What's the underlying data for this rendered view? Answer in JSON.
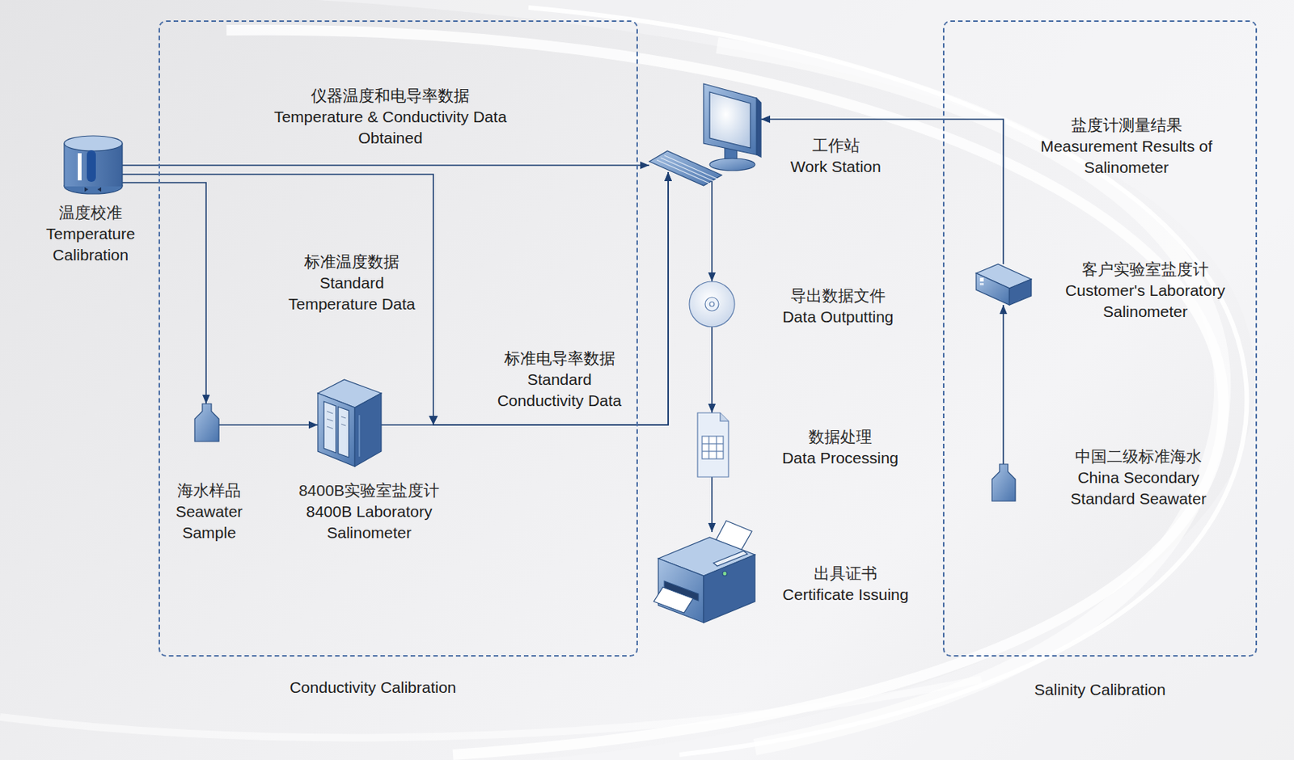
{
  "diagram": {
    "nodes": [
      {
        "text": [
          "Conductivity Calibration"
        ]
      },
      {
        "text": [
          "Salinity Calibration"
        ]
      },
      {
        "text": [
          "温度校准",
          "Temperature Calibration"
        ]
      },
      {
        "text": [
          "海水样品",
          "Seawater Sample"
        ],
        "in": 0
      },
      {
        "text": [
          "8400B实验室盐度计",
          "8400B Laboratory Salinometer"
        ],
        "in": 0
      },
      {
        "text": [
          "工作站",
          "Work Station"
        ]
      },
      {
        "text": [
          "导出数据文件",
          "Data Outputting"
        ]
      },
      {
        "text": [
          "数据处理",
          "Data Processing"
        ]
      },
      {
        "text": [
          "出具证书",
          "Certificate Issuing"
        ]
      },
      {
        "text": [
          "客户实验室盐度计",
          "Customer's Laboratory Salinometer"
        ],
        "in": 1
      },
      {
        "text": [
          "中国二级标准海水",
          "China Secondary Standard Seawater"
        ],
        "in": 1
      }
    ],
    "edges": [
      {
        "from": 2,
        "to": 5,
        "arrow": "to",
        "label": "仪器温度和电导率数据 Temperature & Conductivity Data Obtained"
      },
      {
        "from": 2,
        "to": 5,
        "arrow": "to",
        "label": "标准温度数据 Standard Temperature Data"
      },
      {
        "from": 2,
        "to": 3,
        "arrow": "to"
      },
      {
        "from": 3,
        "to": 4,
        "arrow": "to"
      },
      {
        "from": 4,
        "to": 5,
        "arrow": "to",
        "label": "标准电导率数据 Standard Conductivity Data"
      },
      {
        "from": 5,
        "to": 6,
        "arrow": "to"
      },
      {
        "from": 6,
        "to": 7,
        "arrow": "to"
      },
      {
        "from": 7,
        "to": 8,
        "arrow": "to"
      },
      {
        "from": 10,
        "to": 9,
        "arrow": "to"
      },
      {
        "from": 9,
        "to": 5,
        "arrow": "to",
        "label": "盐度计测量结果 Measurement Results of Salinometer"
      }
    ]
  }
}
